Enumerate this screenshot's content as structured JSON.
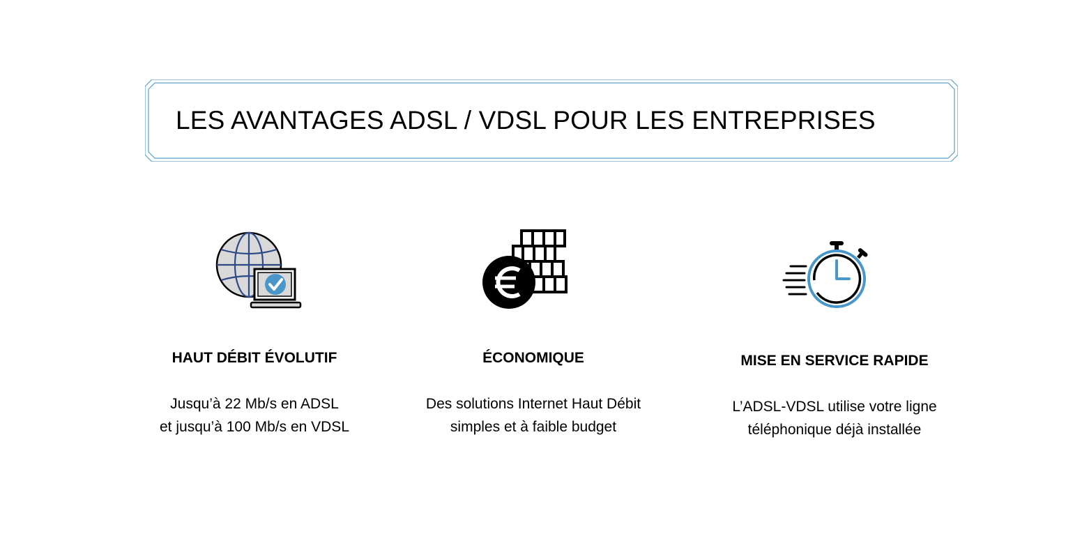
{
  "header": {
    "title": "LES AVANTAGES ADSL / VDSL POUR LES ENTREPRISES"
  },
  "colors": {
    "frame_border": "#5a9fcc",
    "accent_blue": "#4a96c8",
    "globe_lines": "#2e4a86",
    "globe_fill": "#d9d9d9",
    "text": "#000000"
  },
  "features": [
    {
      "icon": "globe-laptop-check-icon",
      "title": "HAUT DÉBIT ÉVOLUTIF",
      "desc_line1": "Jusqu’à 22 Mb/s en ADSL",
      "desc_line2": "et jusqu’à 100 Mb/s en VDSL"
    },
    {
      "icon": "euro-coin-stack-icon",
      "title": "ÉCONOMIQUE",
      "desc_line1": "Des solutions Internet Haut Débit",
      "desc_line2": "simples et à faible budget"
    },
    {
      "icon": "stopwatch-speed-icon",
      "title": "MISE EN SERVICE RAPIDE",
      "desc_line1": "L’ADSL-VDSL utilise votre ligne",
      "desc_line2": "téléphonique déjà installée"
    }
  ]
}
